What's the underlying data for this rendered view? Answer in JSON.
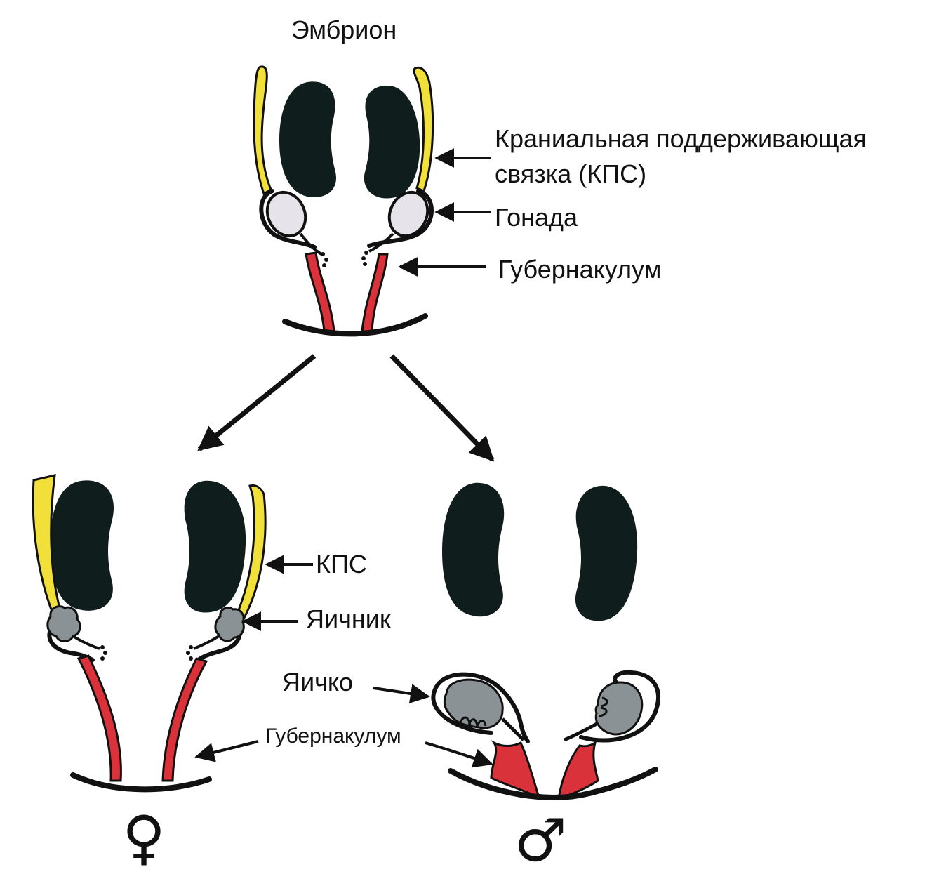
{
  "title": "Эмбрион",
  "labels": {
    "cranial_ligament": "Краниальная поддерживающая",
    "cranial_ligament_line2": "связка (КПС)",
    "gonad": "Гонада",
    "gubernaculum_top": "Губернакулум",
    "kps": "КПС",
    "ovary": "Яичник",
    "testis": "Яичко",
    "gubernaculum_bottom": "Губернакулум"
  },
  "symbols": {
    "female": "♀",
    "male": "♂"
  },
  "colors": {
    "kidney": "#0f1d1c",
    "ligament": "#f2e03a",
    "gubernaculum": "#d9323a",
    "gonad": "#e6e4ea",
    "ovary_testis": "#8a9296",
    "outline": "#111111"
  }
}
